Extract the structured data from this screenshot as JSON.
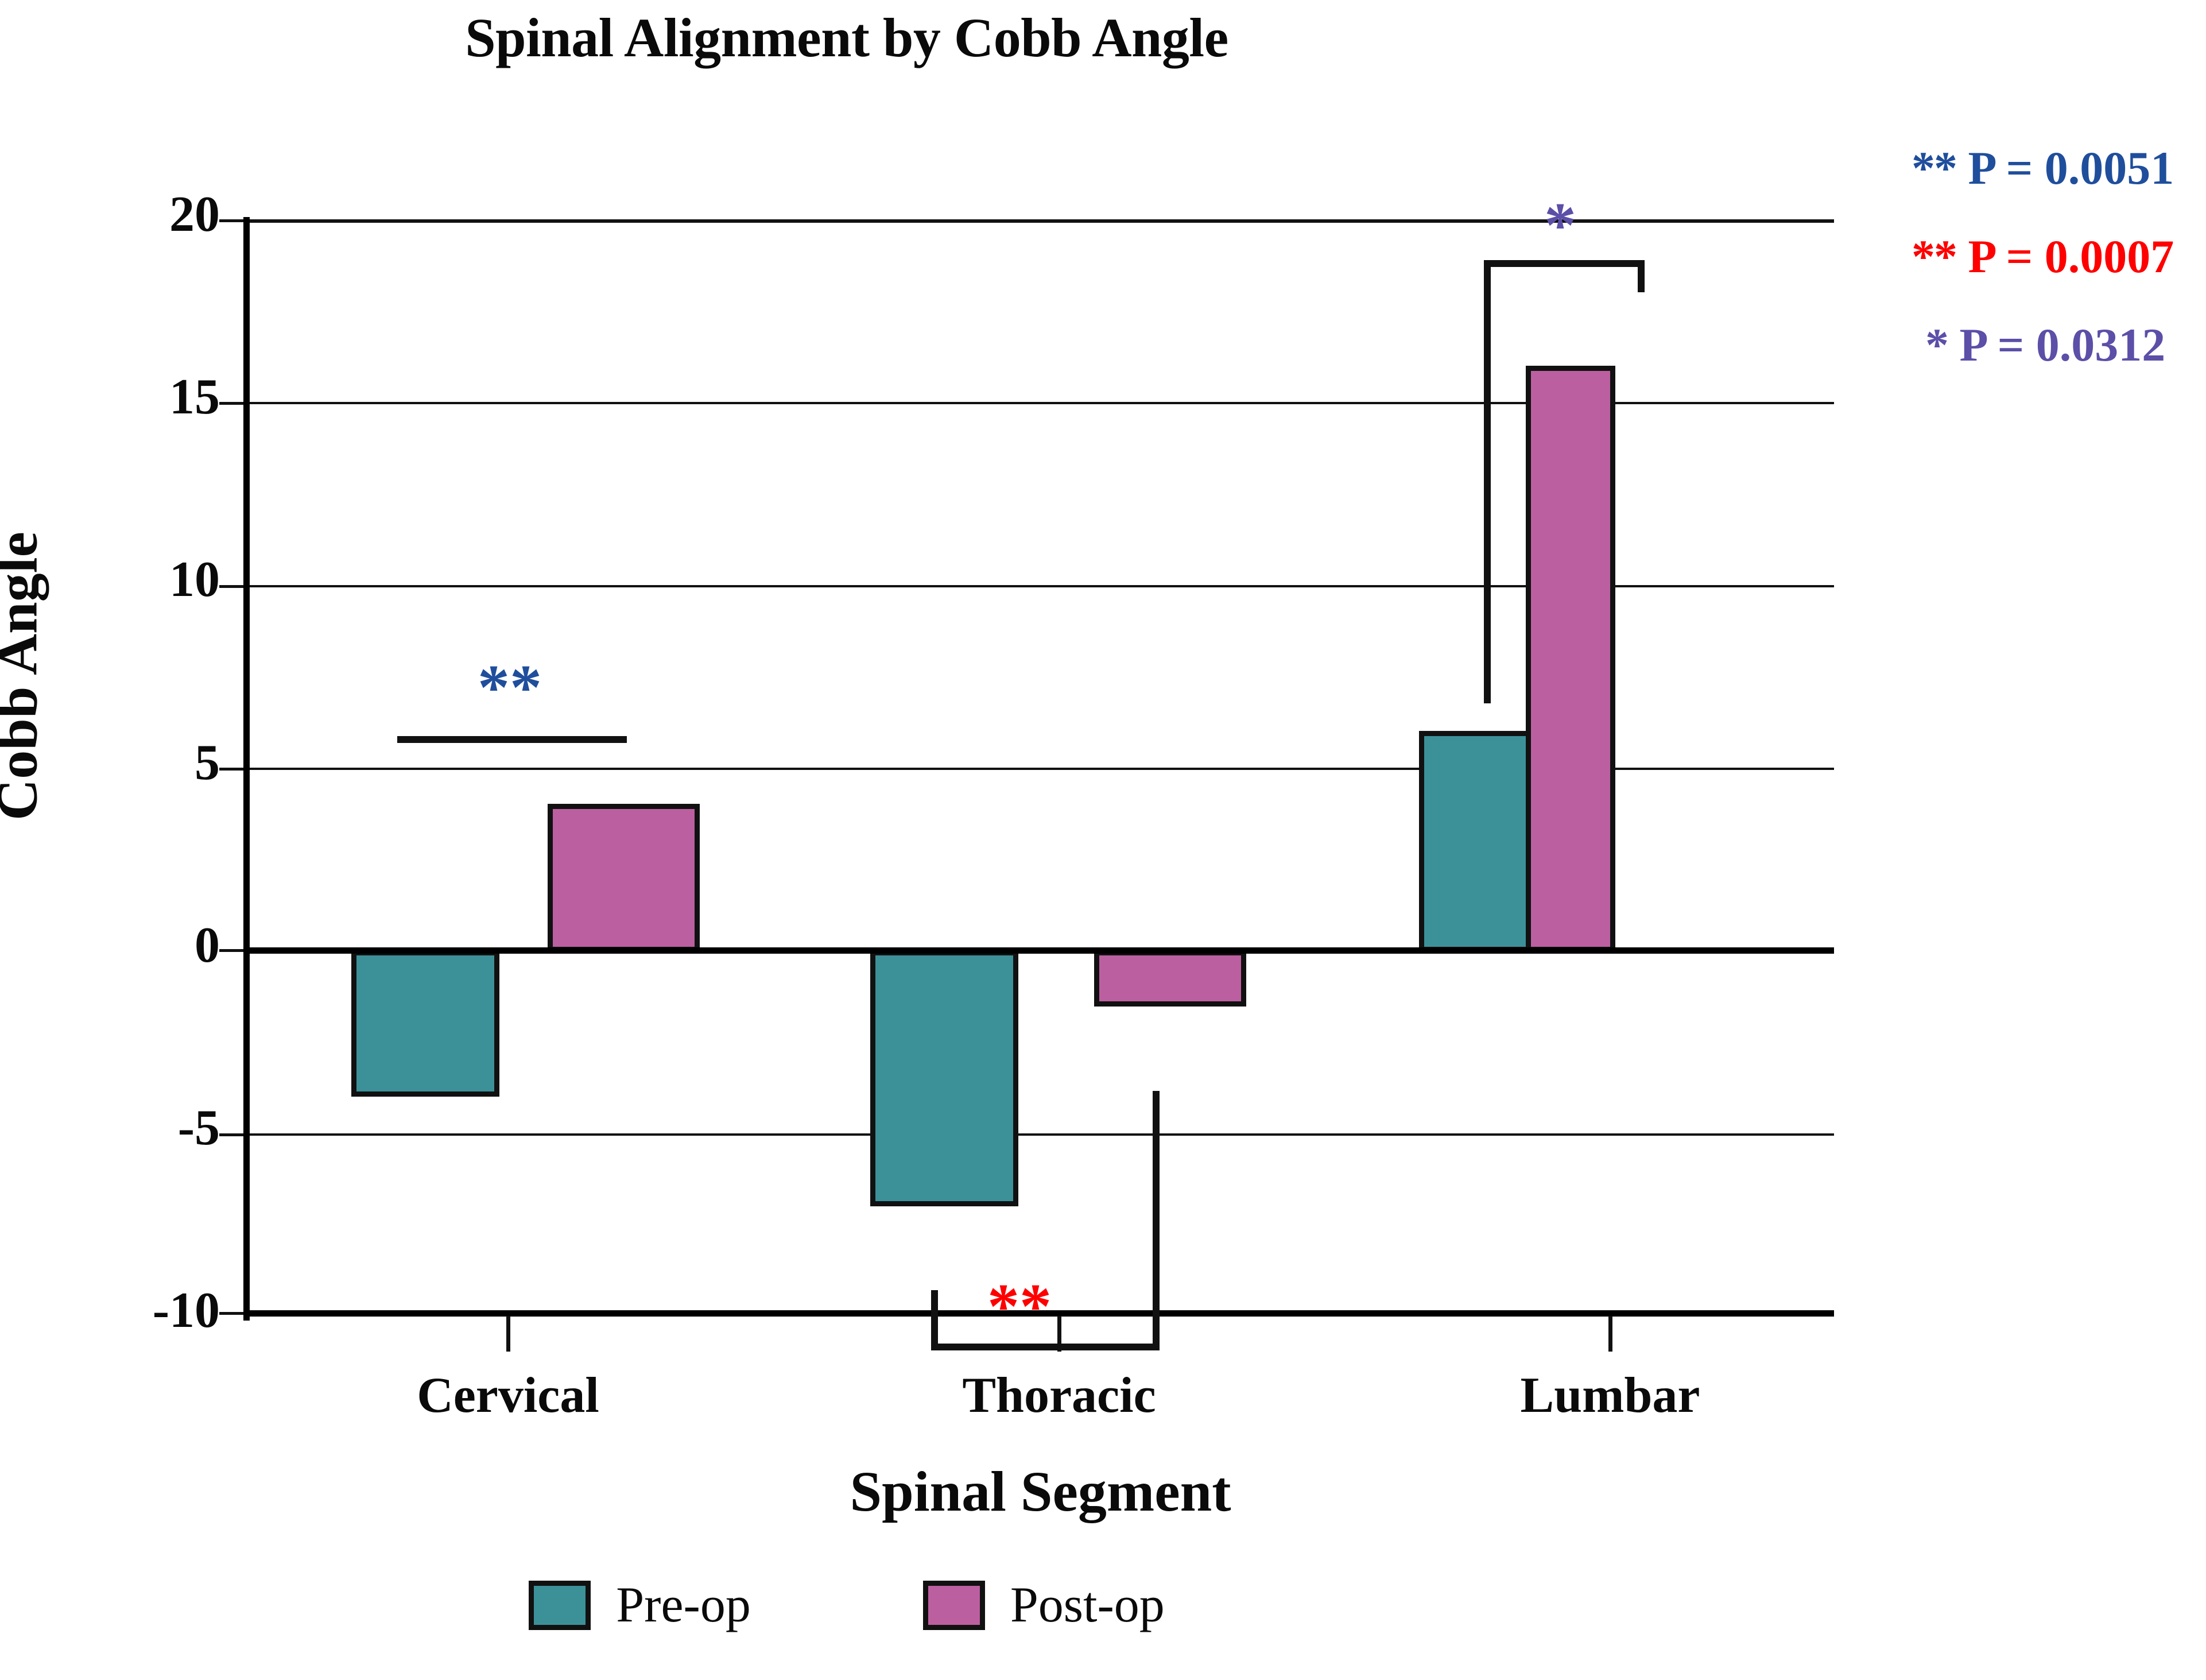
{
  "chart_data": {
    "type": "bar",
    "title": "Spinal Alignment by Cobb Angle",
    "xlabel": "Spinal Segment",
    "ylabel": "Cobb Angle",
    "categories": [
      "Cervical",
      "Thoracic",
      "Lumbar"
    ],
    "series": [
      {
        "name": "Pre-op",
        "color": "#3c9199",
        "values": [
          -4,
          -7,
          6
        ]
      },
      {
        "name": "Post-op",
        "color": "#bc5fa0",
        "values": [
          4,
          -1.5,
          16
        ]
      }
    ],
    "ylim": [
      -10,
      20
    ],
    "yticks": [
      20,
      15,
      10,
      5,
      0,
      -5,
      -10
    ],
    "ytick_labels": [
      "20",
      "15",
      "10",
      "5",
      "0",
      "-5",
      "-10"
    ],
    "grid": true,
    "legend_position": "bottom",
    "annotations": [
      {
        "id": "cervical-bracket",
        "stars": "**",
        "color": "#1f4e9c",
        "group": "Cervical"
      },
      {
        "id": "thoracic-bracket",
        "stars": "**",
        "color": "#fe0000",
        "group": "Thoracic"
      },
      {
        "id": "lumbar-bracket",
        "stars": "*",
        "color": "#5b4fa8",
        "group": "Lumbar"
      }
    ]
  },
  "pvalues": [
    {
      "stars": "**",
      "text": " P = 0.0051",
      "color": "#1f4e9c"
    },
    {
      "stars": "**",
      "text": " P = 0.0007",
      "color": "#fe0000"
    },
    {
      "stars": "*",
      "text": " P = 0.0312",
      "color": "#5b4fa8"
    }
  ],
  "legend": {
    "items": [
      {
        "label": "Pre-op",
        "color": "#3c9199"
      },
      {
        "label": "Post-op",
        "color": "#bc5fa0"
      }
    ]
  }
}
